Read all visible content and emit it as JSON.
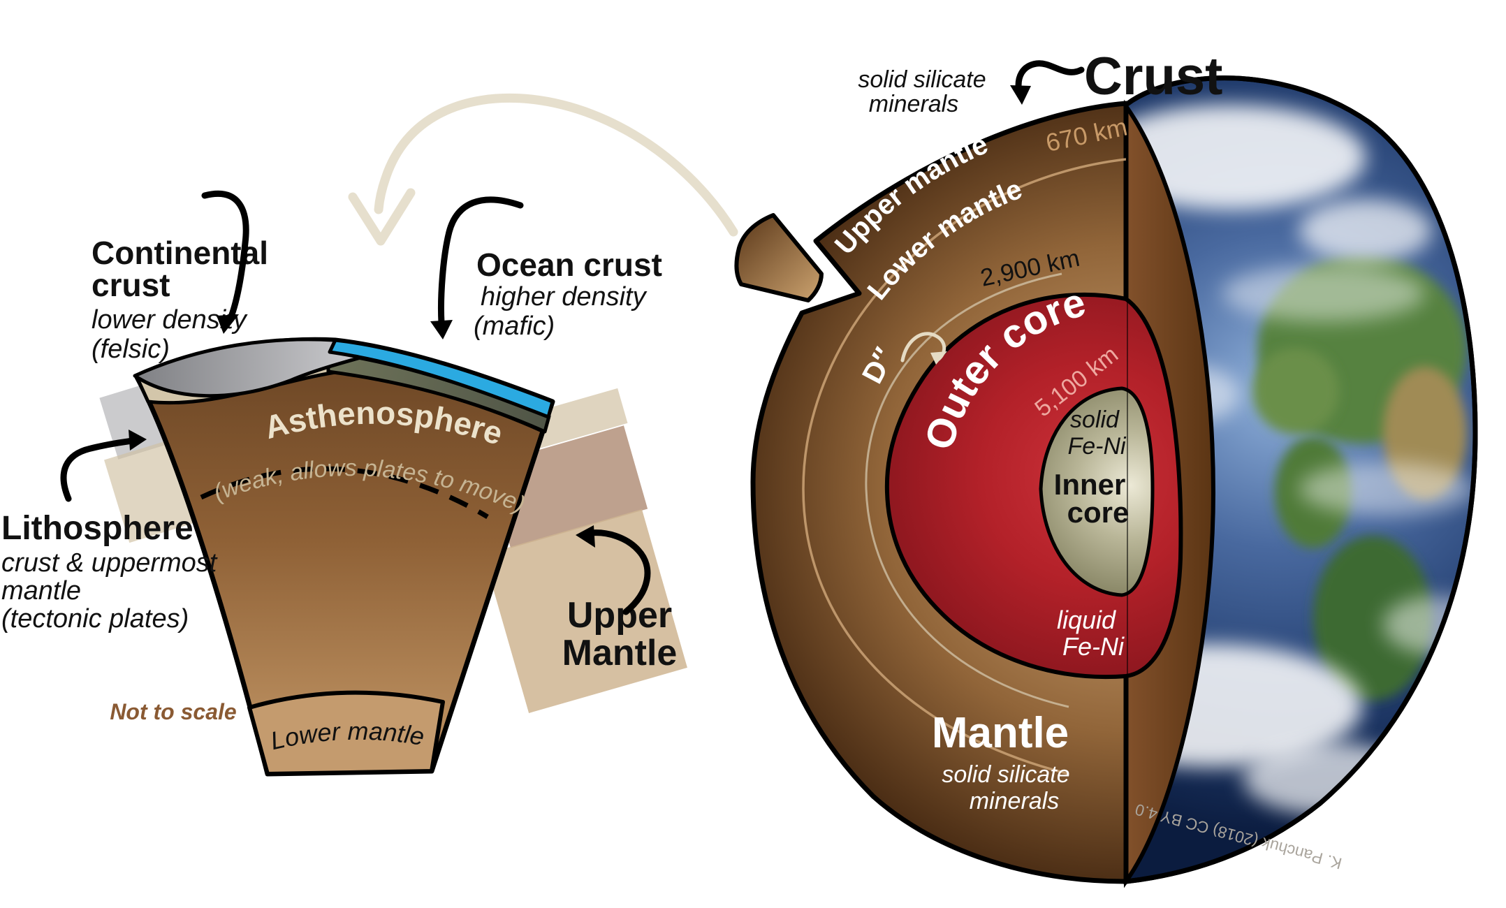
{
  "title_area": {
    "crust_title": "Crust",
    "crust_sub1": "solid silicate",
    "crust_sub2": "minerals"
  },
  "globe": {
    "upper_mantle": "Upper mantle",
    "lower_mantle": "Lower mantle",
    "depth_670": "670 km",
    "depth_2900": "2,900 km",
    "depth_5100": "5,100 km",
    "d_double_prime": "D″",
    "outer_core_title": "Outer core",
    "outer_core_sub1": "liquid",
    "outer_core_sub2": "Fe-Ni",
    "inner_core_sub1": "solid",
    "inner_core_sub2": "Fe-Ni",
    "inner_core_title1": "Inner",
    "inner_core_title2": "core",
    "mantle_title": "Mantle",
    "mantle_sub1": "solid silicate",
    "mantle_sub2": "minerals",
    "credit": "K. Panchuk (2018) CC BY 4.0"
  },
  "wedge": {
    "continental_line1": "Continental",
    "continental_line2": "crust",
    "continental_sub1": "lower density",
    "continental_sub2": "(felsic)",
    "ocean_line1": "Ocean crust",
    "ocean_sub1": "higher density",
    "ocean_sub2": "(mafic)",
    "lithosphere_title": "Lithosphere",
    "lithosphere_sub1": "crust & uppermost",
    "lithosphere_sub2": "mantle",
    "lithosphere_sub3": "(tectonic plates)",
    "asthenosphere_title": "Asthenosphere",
    "asthenosphere_sub": "(weak, allows plates to move)",
    "upper_mantle_line1": "Upper",
    "upper_mantle_line2": "Mantle",
    "lower_mantle": "Lower mantle",
    "not_to_scale": "Not to scale"
  },
  "colors": {
    "mantle_brown_dark": "#4c2e15",
    "mantle_brown_light": "#c89e70",
    "outer_core_red": "#b32129",
    "inner_core_khaki": "#b9b698",
    "ocean_blue": "#2baae1",
    "crust_gray": "#9a9a9c",
    "cream_text": "#ece2cb",
    "tan_label": "#c89a68",
    "salmon_label": "#eea8a0",
    "not_to_scale_brown": "#8a5a33",
    "beige_arrow": "#e6dfcd",
    "credit_gray": "#a9a49c"
  }
}
